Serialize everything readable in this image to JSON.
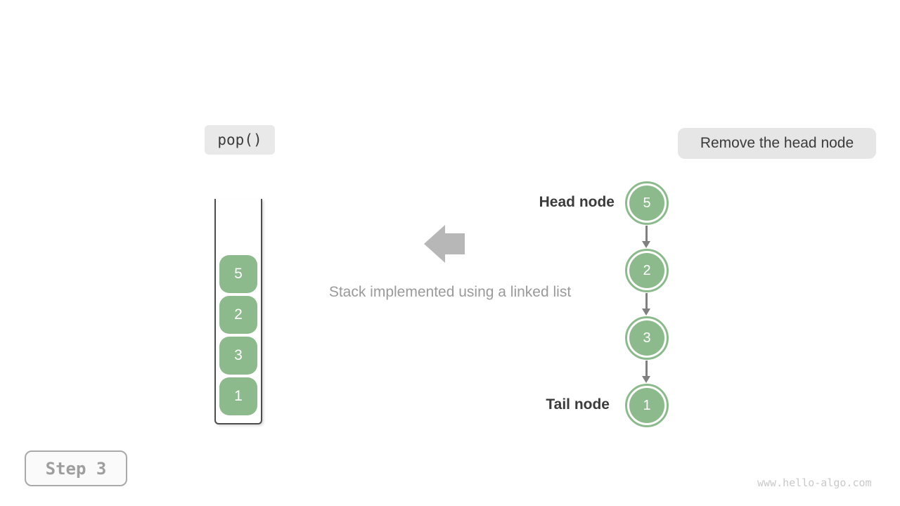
{
  "labels": {
    "operation": "pop()",
    "description": "Remove the head node",
    "caption": "Stack implemented using a linked list",
    "head_node": "Head node",
    "tail_node": "Tail node",
    "step": "Step 3",
    "watermark": "www.hello-algo.com"
  },
  "stack": {
    "items_top_to_bottom": [
      "5",
      "2",
      "3",
      "1"
    ]
  },
  "linked_list": {
    "nodes_head_to_tail": [
      "5",
      "2",
      "3",
      "1"
    ]
  },
  "colors": {
    "node_green": "#8cba8c",
    "badge_gray": "#e9e9e9",
    "arrow_gray": "#b7b7b7",
    "connector_gray": "#808080",
    "text_dark": "#3b3b3b",
    "text_muted": "#9a9a9a",
    "watermark_gray": "#c9c9c9"
  }
}
